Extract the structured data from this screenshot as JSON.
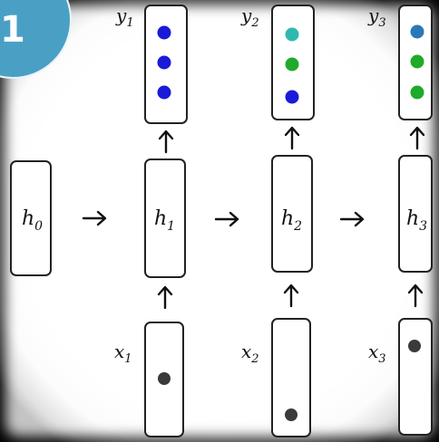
{
  "badge": {
    "text": "1",
    "color": "#4aa0c4"
  },
  "nodes": {
    "h0": {
      "base": "h",
      "sub": "0"
    },
    "h1": {
      "base": "h",
      "sub": "1"
    },
    "h2": {
      "base": "h",
      "sub": "2"
    },
    "h3": {
      "base": "h",
      "sub": "3"
    },
    "y1": {
      "base": "y",
      "sub": "1"
    },
    "y2": {
      "base": "y",
      "sub": "2"
    },
    "y3": {
      "base": "y",
      "sub": "3"
    },
    "x1": {
      "base": "x",
      "sub": "1"
    },
    "x2": {
      "base": "x",
      "sub": "2"
    },
    "x3": {
      "base": "x",
      "sub": "3"
    }
  },
  "dot_colors": {
    "blue": "#1a1ad8",
    "teal": "#2fb8b0",
    "green": "#1faa2a",
    "steel_blue": "#2a78b8",
    "dark": "#3a3a3a"
  },
  "outputs": {
    "y1": [
      "blue",
      "blue",
      "blue"
    ],
    "y2": [
      "teal",
      "green",
      "blue"
    ],
    "y3": [
      "steel_blue",
      "green",
      "green"
    ]
  },
  "inputs": {
    "x1": "dark",
    "x2": "dark",
    "x3": "dark"
  }
}
